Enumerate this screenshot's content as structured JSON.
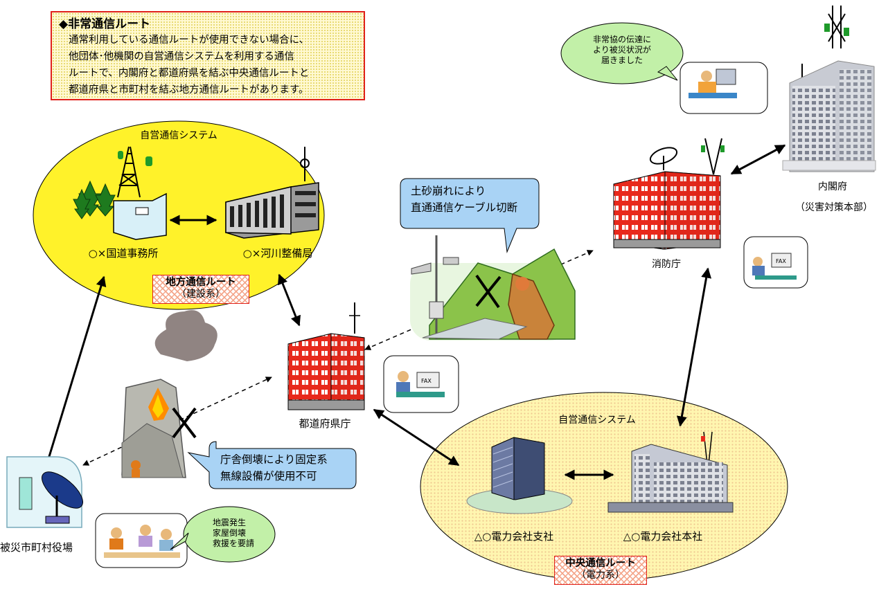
{
  "note": {
    "title": "◆非常通信ルート",
    "body": "通常利用している通信ルートが使用できない場合に、\n他団体･他機関の自営通信システムを利用する通信\nルートで、内閣府と都道府県を結ぶ中央通信ルートと\n都道府県と市町村を結ぶ地方通信ルートがあります。"
  },
  "regional_system": {
    "label": "自営通信システム",
    "left_facility": "○×国道事務所",
    "right_facility": "○×河川整備局",
    "route_name": "地方通信ルート",
    "route_type": "（建設系）"
  },
  "central_system": {
    "label": "自営通信システム",
    "left_facility": "△○電力会社支社",
    "right_facility": "△○電力会社本社",
    "route_name": "中央通信ルート",
    "route_type": "（電力系）"
  },
  "nodes": {
    "prefecture": "都道府県庁",
    "fire_agency": "消防庁",
    "cabinet_office": "内閣府",
    "cabinet_sub": "（災害対策本部）",
    "municipality": "被災市町村役場"
  },
  "callouts": {
    "landslide": "土砂崩れにより\n直通通信ケーブル切断",
    "building_collapse": "庁舎倒壊により固定系\n無線設備が使用不可"
  },
  "bubbles": {
    "cabinet": "非常協の伝達に\nより被災状況が\n届きました",
    "municipality": "地震発生\n家屋倒壊\n救援を要請"
  },
  "fax_label": "FAX",
  "colors": {
    "ellipse_fill": "#fff22a",
    "callout_fill": "#a9d3f5",
    "bubble_fill": "#c2f0a8",
    "route_border": "#e0201a",
    "building_red": "#e8291c"
  }
}
